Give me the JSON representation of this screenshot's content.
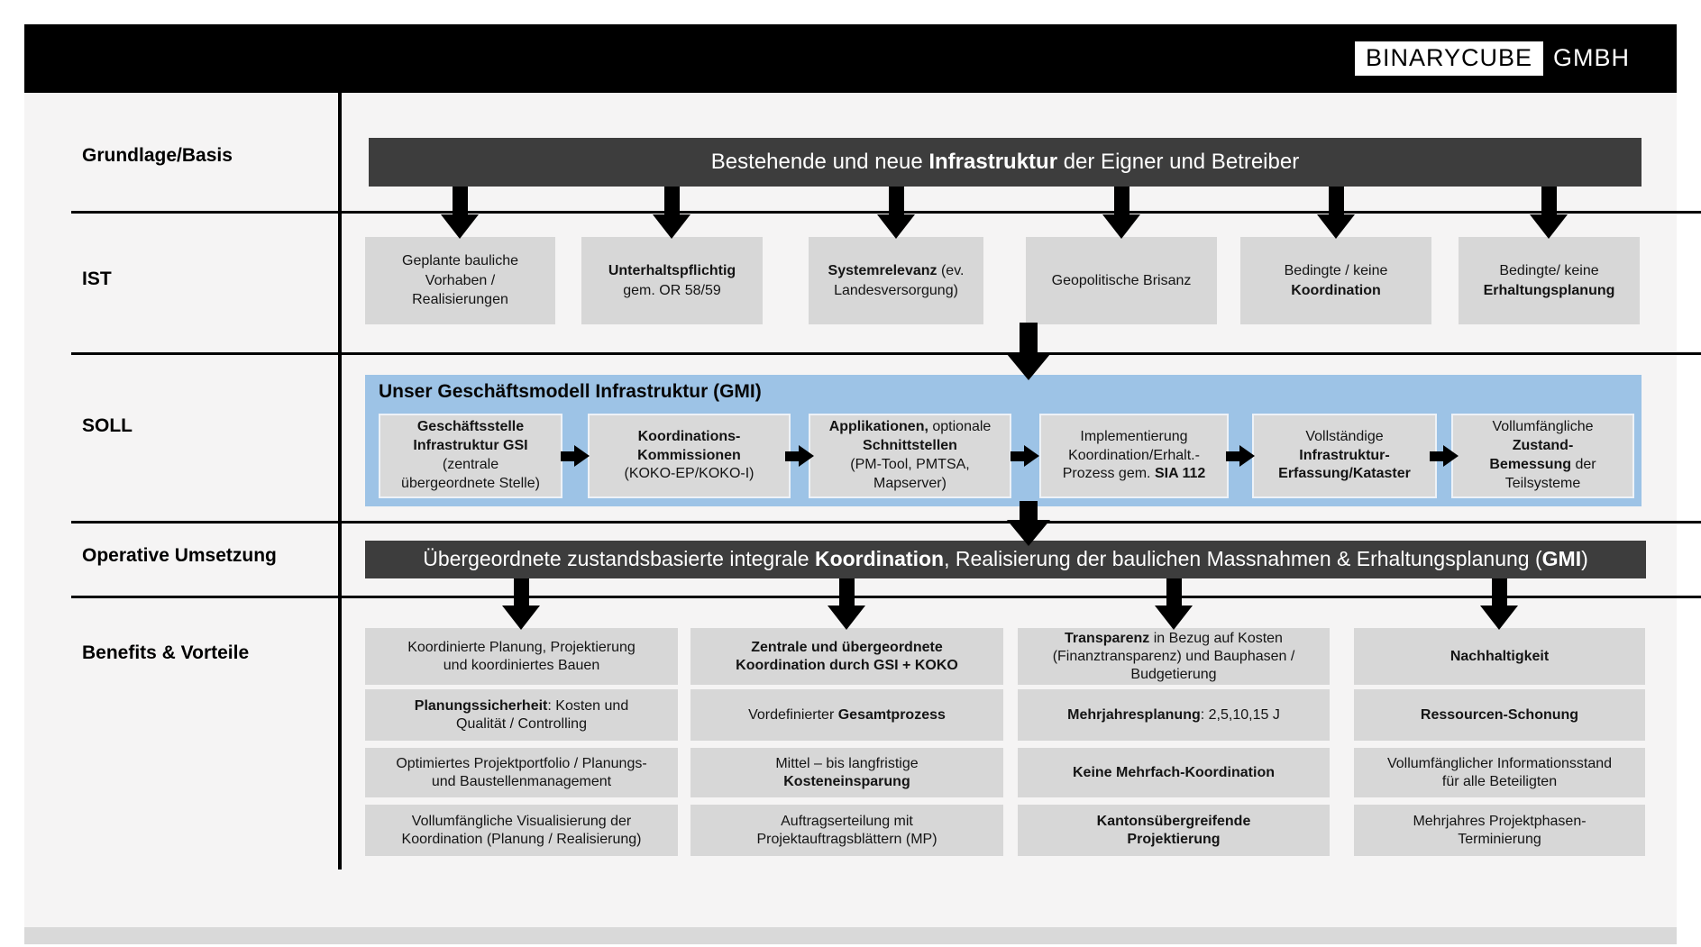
{
  "colors": {
    "header_bg": "#000000",
    "dark_bar": "#3d3d3d",
    "box_gray": "#d7d7d7",
    "soll_blue": "#9dc3e6",
    "background": "#f5f4f4",
    "line": "#000000"
  },
  "icons": {
    "flow_down": "arrow-down",
    "flow_right": "arrow-right"
  },
  "header": {
    "logo_text": "BINARYCUBE",
    "company_suffix": "GMBH"
  },
  "row_labels": [
    "Grundlage/Basis",
    "IST",
    "SOLL",
    "Operative Umsetzung",
    "Benefits & Vorteile"
  ],
  "grundlage_bar": {
    "segments": [
      {
        "t": "Bestehende und neue "
      },
      {
        "t": "Infrastruktur",
        "b": true
      },
      {
        "t": " der Eigner und Betreiber"
      }
    ]
  },
  "ist_boxes": [
    {
      "segments": [
        {
          "t": "Geplante bauliche\nVorhaben /\nRealisierungen"
        }
      ]
    },
    {
      "segments": [
        {
          "t": "Unterhaltspflichtig",
          "b": true
        },
        {
          "t": "\ngem. OR 58/59"
        }
      ]
    },
    {
      "segments": [
        {
          "t": "Systemrelevanz",
          "b": true
        },
        {
          "t": " (ev.\nLandesversorgung)"
        }
      ]
    },
    {
      "segments": [
        {
          "t": "Geopolitische Brisanz"
        }
      ]
    },
    {
      "segments": [
        {
          "t": "Bedingte / keine\n"
        },
        {
          "t": "Koordination",
          "b": true
        }
      ]
    },
    {
      "segments": [
        {
          "t": "Bedingte/ keine\n"
        },
        {
          "t": "Erhaltungsplanung",
          "b": true
        }
      ]
    }
  ],
  "soll": {
    "title": "Unser Geschäftsmodell Infrastruktur (GMI)",
    "boxes": [
      {
        "segments": [
          {
            "t": "Geschäftsstelle\nInfrastruktur GSI",
            "b": true
          },
          {
            "t": "\n(zentrale\nübergeordnete Stelle)"
          }
        ]
      },
      {
        "segments": [
          {
            "t": "Koordinations-\nKommissionen",
            "b": true
          },
          {
            "t": "\n(KOKO-EP/KOKO-I)"
          }
        ]
      },
      {
        "segments": [
          {
            "t": "Applikationen,",
            "b": true
          },
          {
            "t": " optionale\n"
          },
          {
            "t": "Schnittstellen",
            "b": true
          },
          {
            "t": "\n(PM-Tool, PMTSA,\nMapserver)"
          }
        ]
      },
      {
        "segments": [
          {
            "t": "Implementierung\nKoordination/Erhalt.-\nProzess gem. "
          },
          {
            "t": "SIA 112",
            "b": true
          }
        ]
      },
      {
        "segments": [
          {
            "t": "Vollständige\n"
          },
          {
            "t": "Infrastruktur-\nErfassung/Kataster",
            "b": true
          }
        ]
      },
      {
        "segments": [
          {
            "t": "Vollumfängliche\n"
          },
          {
            "t": "Zustand-\nBemessung",
            "b": true
          },
          {
            "t": " der\nTeilsysteme"
          }
        ]
      }
    ]
  },
  "operative_bar": {
    "segments": [
      {
        "t": "Übergeordnete zustandsbasierte integrale "
      },
      {
        "t": "Koordination",
        "b": true
      },
      {
        "t": ", Realisierung der baulichen Massnahmen & Erhaltungsplanung ("
      },
      {
        "t": "GMI",
        "b": true
      },
      {
        "t": ")"
      }
    ]
  },
  "benefits": {
    "columns": [
      [
        {
          "segments": [
            {
              "t": "Koordinierte Planung, Projektierung\nund koordiniertes Bauen"
            }
          ]
        },
        {
          "segments": [
            {
              "t": "Planungssicherheit",
              "b": true
            },
            {
              "t": ": Kosten und\nQualität / Controlling"
            }
          ]
        },
        {
          "segments": [
            {
              "t": "Optimiertes Projektportfolio / Planungs-\nund Baustellenmanagement"
            }
          ]
        },
        {
          "segments": [
            {
              "t": "Vollumfängliche Visualisierung der\nKoordination (Planung / Realisierung)"
            }
          ]
        }
      ],
      [
        {
          "segments": [
            {
              "t": "Zentrale und übergeordnete\nKoordination durch GSI + KOKO",
              "b": true
            }
          ]
        },
        {
          "segments": [
            {
              "t": "Vordefinierter "
            },
            {
              "t": "Gesamtprozess",
              "b": true
            }
          ]
        },
        {
          "segments": [
            {
              "t": "Mittel – bis langfristige\n"
            },
            {
              "t": "Kosteneinsparung",
              "b": true
            }
          ]
        },
        {
          "segments": [
            {
              "t": "Auftragserteilung mit\nProjektauftragsblättern (MP)"
            }
          ]
        }
      ],
      [
        {
          "segments": [
            {
              "t": "Transparenz",
              "b": true
            },
            {
              "t": " in Bezug auf Kosten\n(Finanztransparenz) und Bauphasen /\nBudgetierung"
            }
          ]
        },
        {
          "segments": [
            {
              "t": "Mehrjahresplanung",
              "b": true
            },
            {
              "t": ": 2,5,10,15 J"
            }
          ]
        },
        {
          "segments": [
            {
              "t": "Keine Mehrfach-Koordination",
              "b": true
            }
          ]
        },
        {
          "segments": [
            {
              "t": "Kantonsübergreifende\nProjektierung",
              "b": true
            }
          ]
        }
      ],
      [
        {
          "segments": [
            {
              "t": "Nachhaltigkeit",
              "b": true
            }
          ]
        },
        {
          "segments": [
            {
              "t": "Ressourcen-Schonung",
              "b": true
            }
          ]
        },
        {
          "segments": [
            {
              "t": "Vollumfänglicher Informationsstand\nfür alle Beteiligten"
            }
          ]
        },
        {
          "segments": [
            {
              "t": "Mehrjahres Projektphasen-\nTerminierung"
            }
          ]
        }
      ]
    ]
  }
}
